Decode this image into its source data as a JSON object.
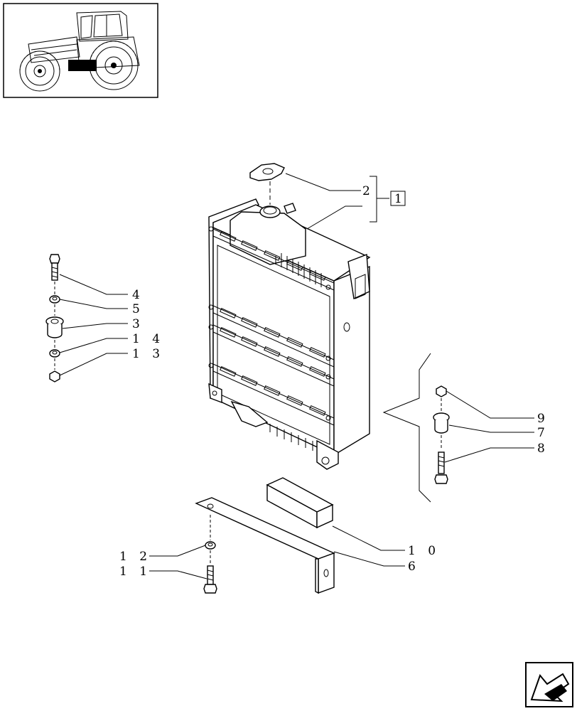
{
  "callouts": {
    "c2": "2",
    "c1": "1",
    "c4": "4",
    "c5": "5",
    "c3": "3",
    "c14": "1 4",
    "c13": "1 3",
    "c9": "9",
    "c7": "7",
    "c8": "8",
    "c10": "1 0",
    "c6": "6",
    "c12": "1 2",
    "c11": "1 1"
  },
  "icons": {
    "thumbnail": "tractor-icon",
    "navigation": "next-page-arrow-icon"
  },
  "colors": {
    "line": "#000000",
    "background": "#ffffff",
    "highlight": "#000000"
  }
}
